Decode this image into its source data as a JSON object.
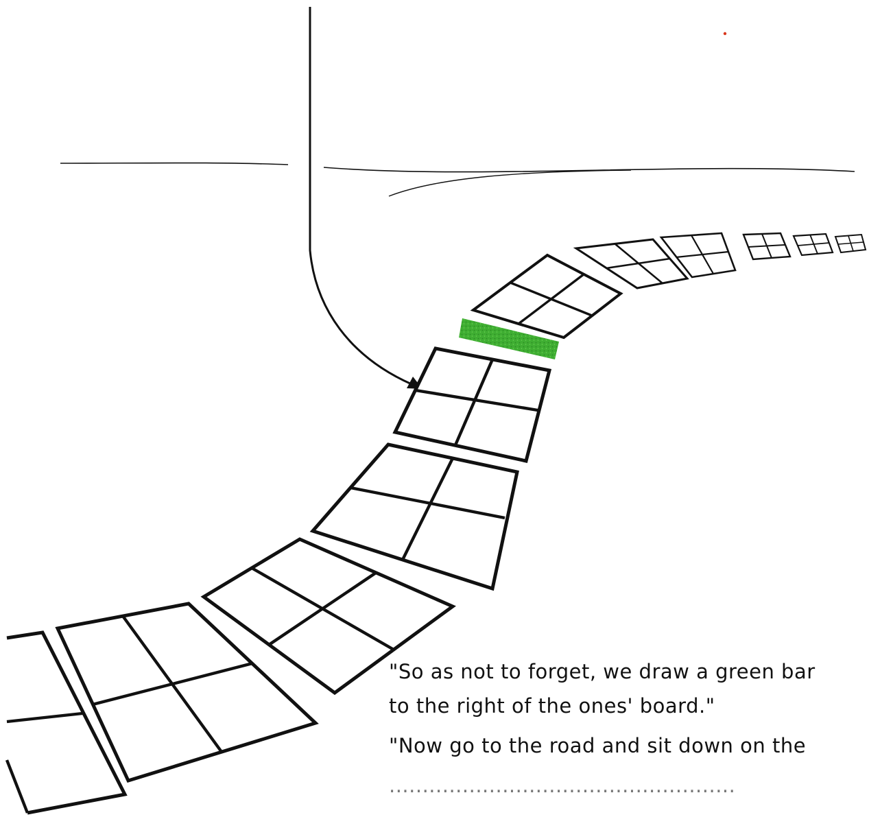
{
  "caption": {
    "line1": "\"So as not to forget, we draw a green bar",
    "line2": "to the right of the ones' board.\"",
    "line3": "\"Now go to the road and sit down on the",
    "line4": "...................................................."
  },
  "colors": {
    "ink": "#111111",
    "green_bar": "#3fae32",
    "paper": "#ffffff",
    "red_dot": "#d9381e"
  },
  "scene": {
    "board_count": 11,
    "marked_board": "ones-board",
    "arrow_target": "ones-board"
  }
}
